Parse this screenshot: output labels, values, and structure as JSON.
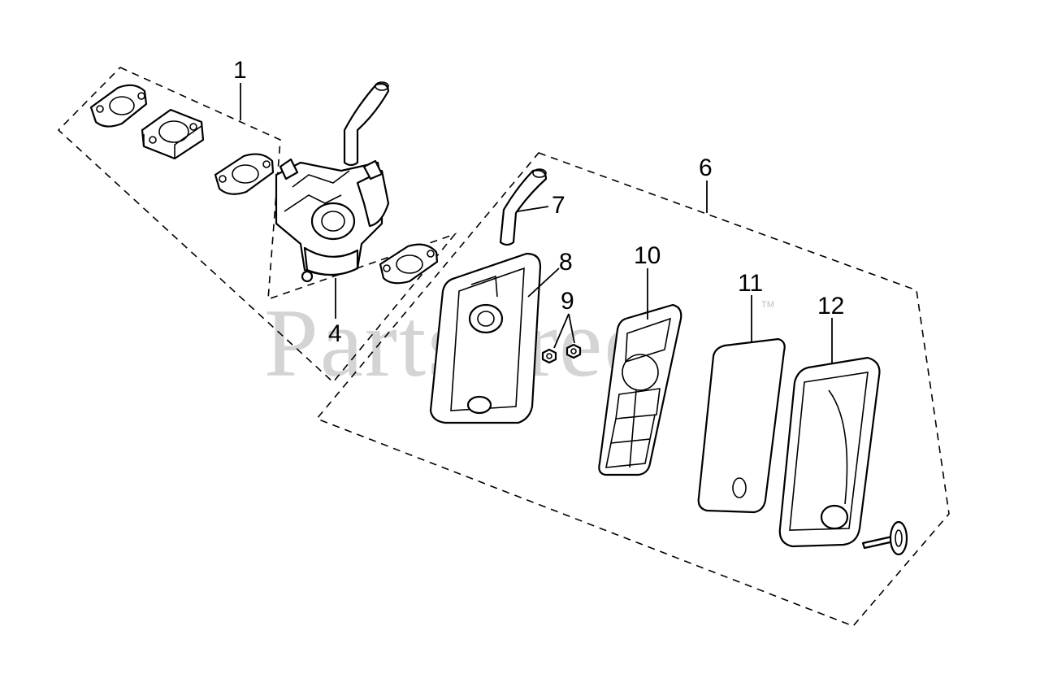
{
  "watermark": {
    "text": "PartsTree",
    "trademark": "TM"
  },
  "callouts": [
    {
      "id": "1",
      "label": "1"
    },
    {
      "id": "4",
      "label": "4"
    },
    {
      "id": "6",
      "label": "6"
    },
    {
      "id": "7",
      "label": "7"
    },
    {
      "id": "8",
      "label": "8"
    },
    {
      "id": "9",
      "label": "9"
    },
    {
      "id": "10",
      "label": "10"
    },
    {
      "id": "11",
      "label": "11"
    },
    {
      "id": "12",
      "label": "12"
    }
  ],
  "parts": [
    {
      "ref": "1",
      "name": "gasket-and-insulator-set",
      "group": true
    },
    {
      "ref": "4",
      "name": "carburetor"
    },
    {
      "ref": "6",
      "name": "air-cleaner-assembly",
      "group": true
    },
    {
      "ref": "7",
      "name": "breather-tube"
    },
    {
      "ref": "8",
      "name": "air-cleaner-base"
    },
    {
      "ref": "9",
      "name": "nut"
    },
    {
      "ref": "10",
      "name": "element-support"
    },
    {
      "ref": "11",
      "name": "foam-element"
    },
    {
      "ref": "12",
      "name": "air-cleaner-cover"
    }
  ]
}
